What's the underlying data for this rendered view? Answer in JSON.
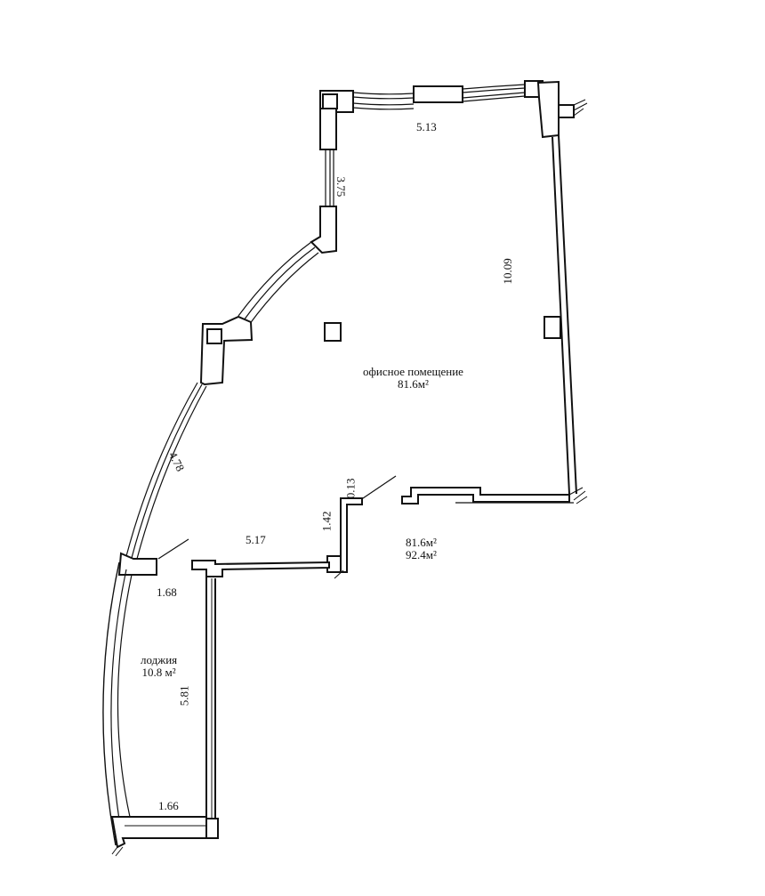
{
  "plan": {
    "ink_color": "#111111",
    "paper_color": "#ffffff",
    "rooms": {
      "office_name": "офисное помещение",
      "office_area": "81.6м²",
      "loggia_name": "лоджия",
      "loggia_area": "10.8 м²"
    },
    "totals": {
      "office_area": "81.6м²",
      "total_area": "92.4м²"
    },
    "dimensions": {
      "top_wall": "5.13",
      "left_upper_wall": "3.75",
      "right_wall": "10.09",
      "curved_wall": "4.78",
      "step_small": "0.13",
      "step_wall": "1.42",
      "lower_wall": "5.17",
      "loggia_top": "1.68",
      "loggia_side": "5.81",
      "loggia_bottom": "1.66"
    }
  }
}
